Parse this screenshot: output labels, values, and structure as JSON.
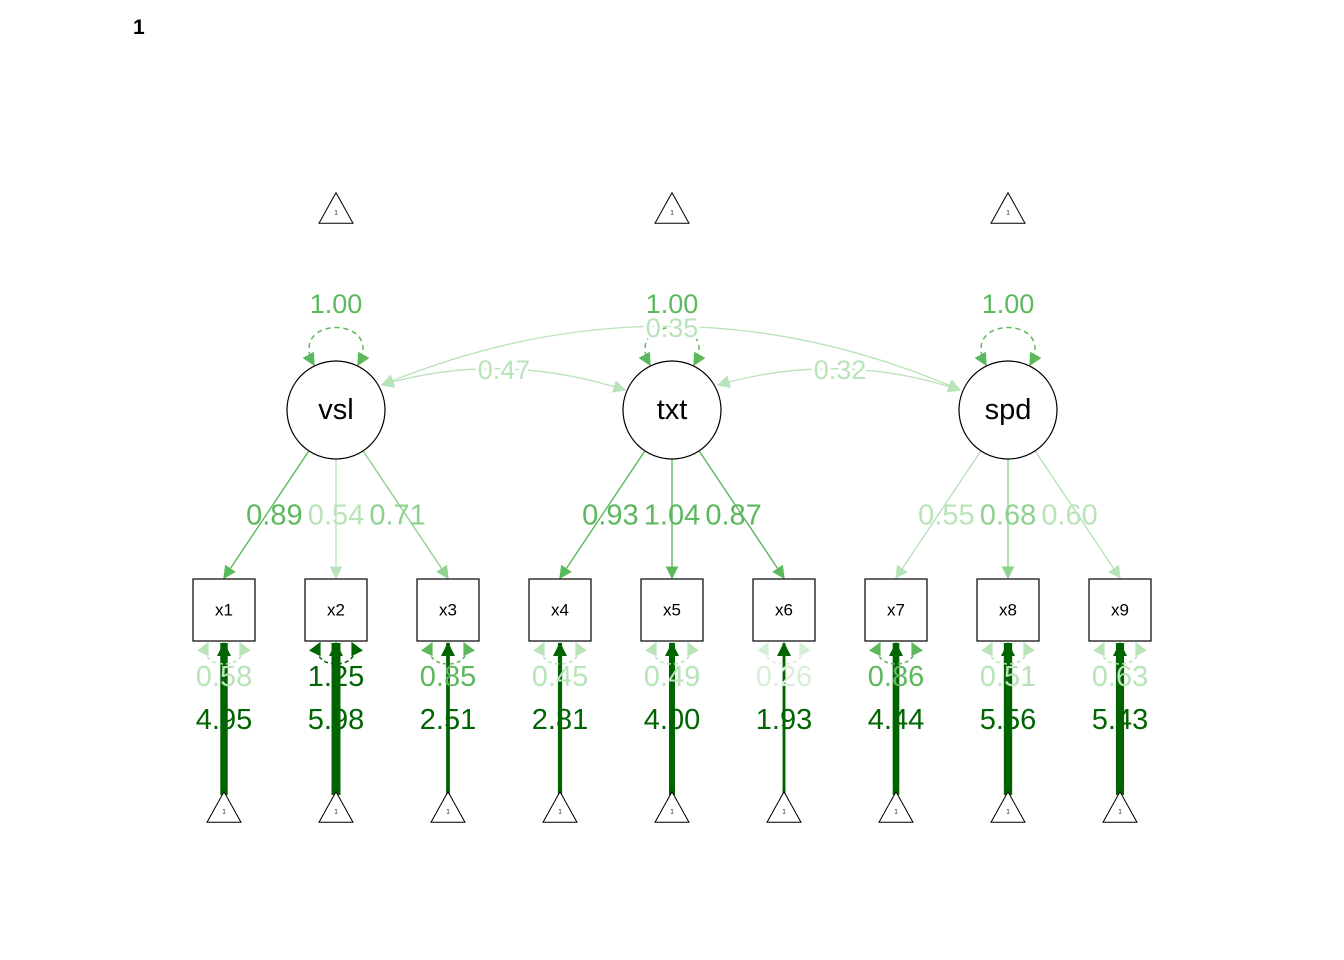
{
  "page_number": "1",
  "colors": {
    "strong": "#006400",
    "load_high": "#5cb85c",
    "load_mid": "#8fd18f",
    "load_low": "#b9e3b9",
    "resid_low": "#d6efd6",
    "black": "#000000"
  },
  "intercept_label": "1",
  "latents": [
    {
      "id": "vsl",
      "label": "vsl",
      "variance": "1.00"
    },
    {
      "id": "txt",
      "label": "txt",
      "variance": "1.00"
    },
    {
      "id": "spd",
      "label": "spd",
      "variance": "1.00"
    }
  ],
  "covariances": [
    {
      "from": "vsl",
      "to": "txt",
      "label": "0.47"
    },
    {
      "from": "txt",
      "to": "spd",
      "label": "0.32"
    },
    {
      "from": "vsl",
      "to": "spd",
      "label": "0.35"
    }
  ],
  "indicators": [
    {
      "id": "x1",
      "label": "x1",
      "factor": "vsl",
      "loading": "0.89",
      "residual": "0.58",
      "intercept": "4.95"
    },
    {
      "id": "x2",
      "label": "x2",
      "factor": "vsl",
      "loading": "0.54",
      "residual": "1.25",
      "intercept": "5.98"
    },
    {
      "id": "x3",
      "label": "x3",
      "factor": "vsl",
      "loading": "0.71",
      "residual": "0.85",
      "intercept": "2.51"
    },
    {
      "id": "x4",
      "label": "x4",
      "factor": "txt",
      "loading": "0.93",
      "residual": "0.45",
      "intercept": "2.81"
    },
    {
      "id": "x5",
      "label": "x5",
      "factor": "txt",
      "loading": "1.04",
      "residual": "0.49",
      "intercept": "4.00"
    },
    {
      "id": "x6",
      "label": "x6",
      "factor": "txt",
      "loading": "0.87",
      "residual": "0.26",
      "intercept": "1.93"
    },
    {
      "id": "x7",
      "label": "x7",
      "factor": "spd",
      "loading": "0.55",
      "residual": "0.86",
      "intercept": "4.44"
    },
    {
      "id": "x8",
      "label": "x8",
      "factor": "spd",
      "loading": "0.68",
      "residual": "0.51",
      "intercept": "5.56"
    },
    {
      "id": "x9",
      "label": "x9",
      "factor": "spd",
      "loading": "0.60",
      "residual": "0.63",
      "intercept": "5.43"
    }
  ]
}
